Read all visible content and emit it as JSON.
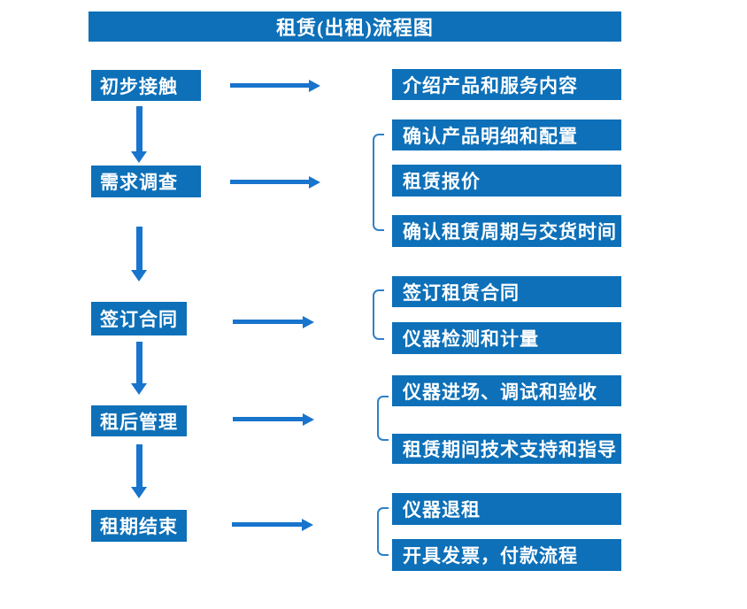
{
  "flow": {
    "title": "租赁(出租)流程图",
    "stages": [
      {
        "label": "初步接触",
        "details": [
          "介绍产品和服务内容"
        ]
      },
      {
        "label": "需求调查",
        "details": [
          "确认产品明细和配置",
          "租赁报价",
          "确认租赁周期与交货时间"
        ]
      },
      {
        "label": "签订合同",
        "details": [
          "签订租赁合同",
          "仪器检测和计量"
        ]
      },
      {
        "label": "租后管理",
        "details": [
          "仪器进场、调试和验收",
          "租赁期间技术支持和指导"
        ]
      },
      {
        "label": "租期结束",
        "details": [
          "仪器退租",
          "开具发票，付款流程"
        ]
      }
    ]
  },
  "colors": {
    "box_fill": "#0d70b8",
    "arrow": "#1874cc",
    "bracket": "#2e80c6",
    "text": "#ffffff",
    "background": "#ffffff"
  }
}
